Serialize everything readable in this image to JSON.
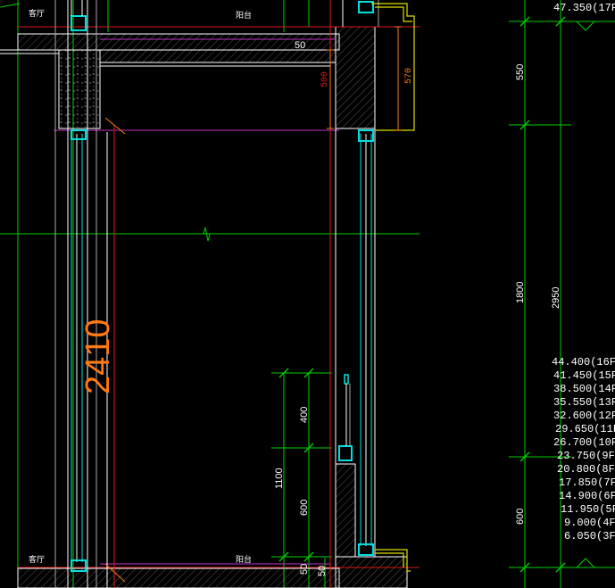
{
  "labels": {
    "room_left_top": "客厅",
    "room_right_top": "阳台",
    "room_left_bottom": "客厅",
    "room_right_bottom": "阳台"
  },
  "dimensions": {
    "d_50_top": "50",
    "d_500": "500",
    "d_570": "570",
    "d_550": "550",
    "d_1800": "1800",
    "d_2950": "2950",
    "d_600_right": "600",
    "d_400": "400",
    "d_1100": "1100",
    "d_600_left": "600",
    "d_50_bottom_a": "50",
    "d_50_bottom_b": "50",
    "d_2410": "2410"
  },
  "elevations": {
    "top": "47.350(17F",
    "list": [
      "44.400(16F",
      "41.450(15F",
      "38.500(14F",
      "35.550(13F",
      "32.600(12F",
      "29.650(11F",
      "26.700(10F",
      "23.750(9F",
      "20.800(8F",
      "17.850(7F",
      "14.900(6F",
      "11.950(5F",
      "9.000(4F",
      "6.050(3F"
    ]
  },
  "colors": {
    "background": "#000000",
    "green": "#00d000",
    "white": "#ffffff",
    "red": "#e01818",
    "magenta": "#c030c0",
    "orange": "#ff7a10",
    "yellow": "#e0e000",
    "cyan": "#00e0e0",
    "gray": "#a8a8a8",
    "dim": "#8a8a8a"
  }
}
